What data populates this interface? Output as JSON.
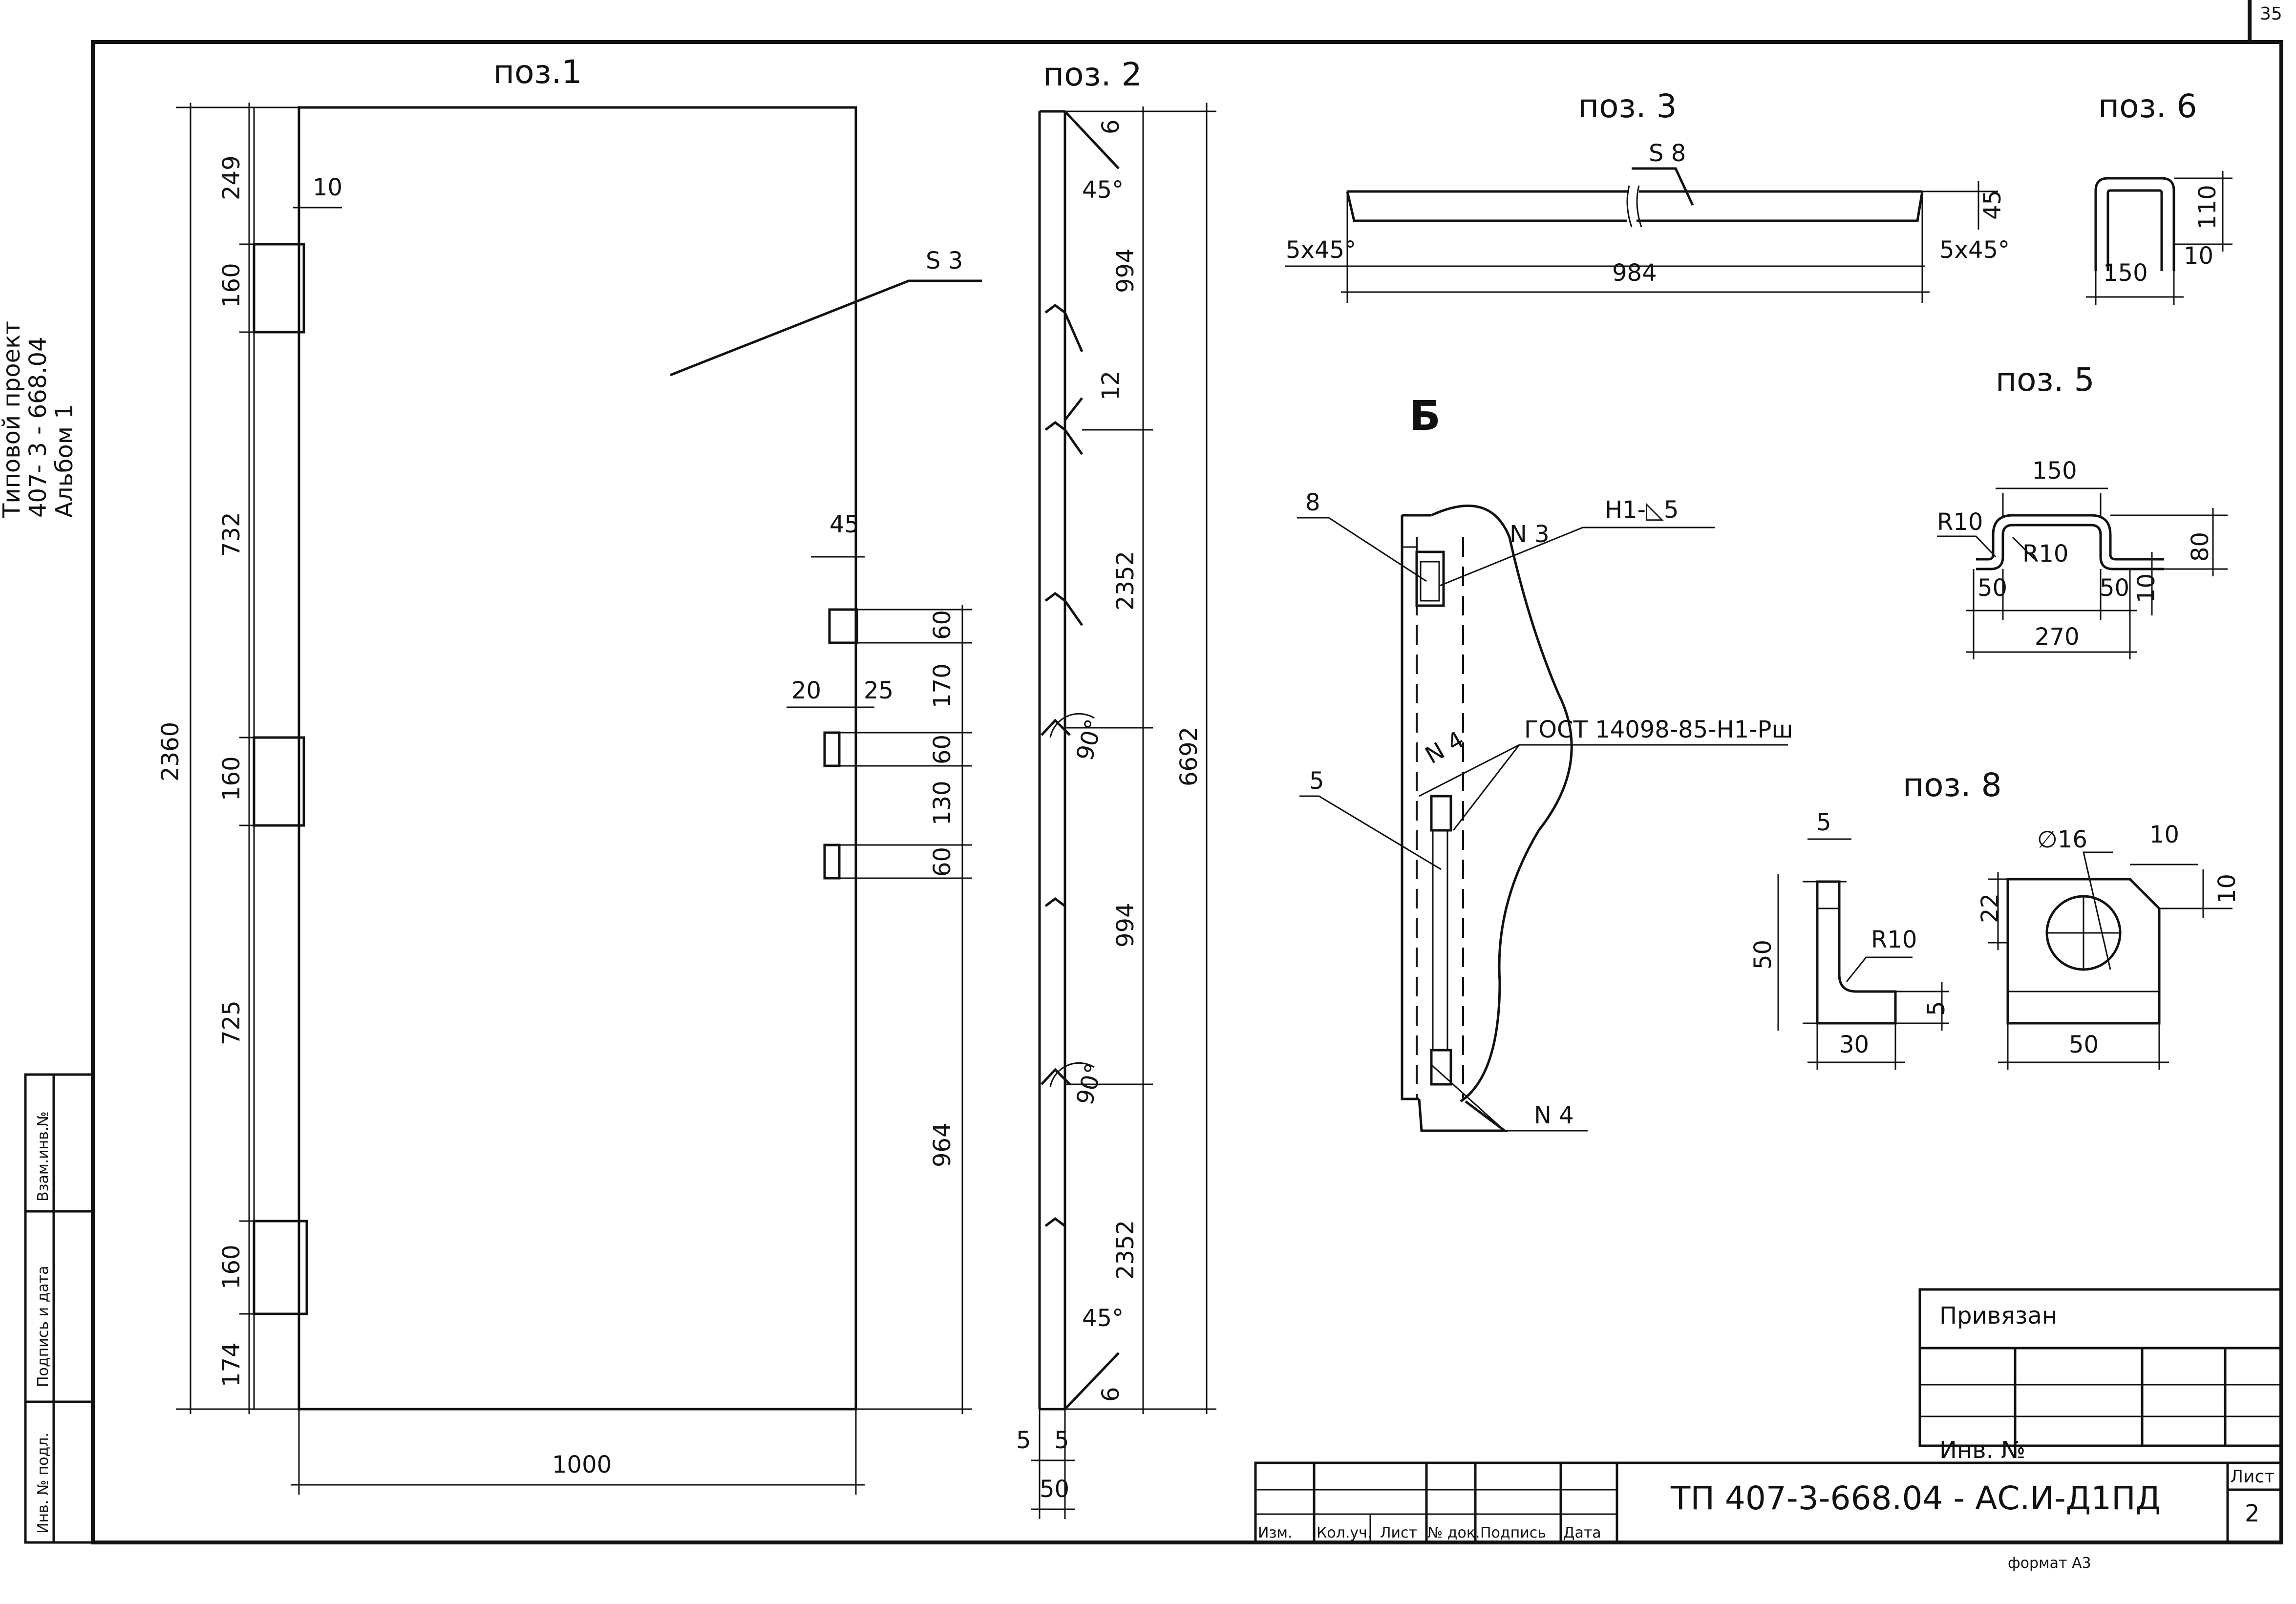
{
  "sheet": {
    "number": "35",
    "format": "формат А3",
    "side_project": [
      "Типовой проект",
      "407- 3 - 668.04",
      "Альбом 1"
    ],
    "side_cells": [
      "Взам.инв.№",
      "Подпись и дата",
      "Инв. № подл."
    ]
  },
  "title_block": {
    "code": "ТП   407-3-668.04 -  АС.И-Д1ПД",
    "list_label": "Лист",
    "list_value": "2",
    "cols": [
      "Изм.",
      "Кол.уч.",
      "Лист",
      "№ док.",
      "Подпись",
      "Дата"
    ],
    "privyazan": "Привязан",
    "inv": "Инв. №"
  },
  "poz1": {
    "title": "поз.1",
    "material": "S 3",
    "dims": {
      "total_h": "2360",
      "a": "249",
      "b": "160",
      "c": "732",
      "d": "160",
      "e": "725",
      "f": "160",
      "g": "174",
      "width": "1000",
      "edge": "10",
      "w45": "45",
      "w20": "20",
      "w25": "25",
      "s60a": "60",
      "s170": "170",
      "s60b": "60",
      "s130": "130",
      "s60c": "60",
      "s964": "964"
    }
  },
  "poz2": {
    "title": "поз. 2",
    "dims": {
      "d6a": "6",
      "a45a": "45°",
      "d994a": "994",
      "d12": "12",
      "d2352a": "2352",
      "a90a": "90°",
      "d6692": "6692",
      "d994b": "994",
      "a90b": "90°",
      "d2352b": "2352",
      "a45b": "45°",
      "d6b": "6",
      "d5a": "5",
      "d5b": "5",
      "d50": "50"
    }
  },
  "poz3": {
    "title": "поз. 3",
    "material": "S 8",
    "chamfer_l": "5х45°",
    "chamfer_r": "5х45°",
    "len": "984",
    "h": "45"
  },
  "poz6": {
    "title": "поз. 6",
    "w": "150",
    "h": "110",
    "t": "10"
  },
  "poz5": {
    "title": "поз. 5",
    "top": "150",
    "r1": "R10",
    "r2": "R10",
    "h": "80",
    "f1": "50",
    "f2": "50",
    "t": "10",
    "w": "270"
  },
  "poz8": {
    "title": "поз. 8",
    "t5a": "5",
    "h50": "50",
    "r": "R10",
    "t5b": "5",
    "w30": "30",
    "dia": "∅16",
    "d10a": "10",
    "d10b": "10",
    "d22": "22",
    "w50": "50"
  },
  "viewB": {
    "title": "Б",
    "item8": "8",
    "n3": "N 3",
    "weld": "Н1-◺5",
    "gost": "ГОСТ 14098-85-Н1-Рш",
    "n4a": "N 4",
    "item5": "5",
    "n4b": "N 4"
  }
}
